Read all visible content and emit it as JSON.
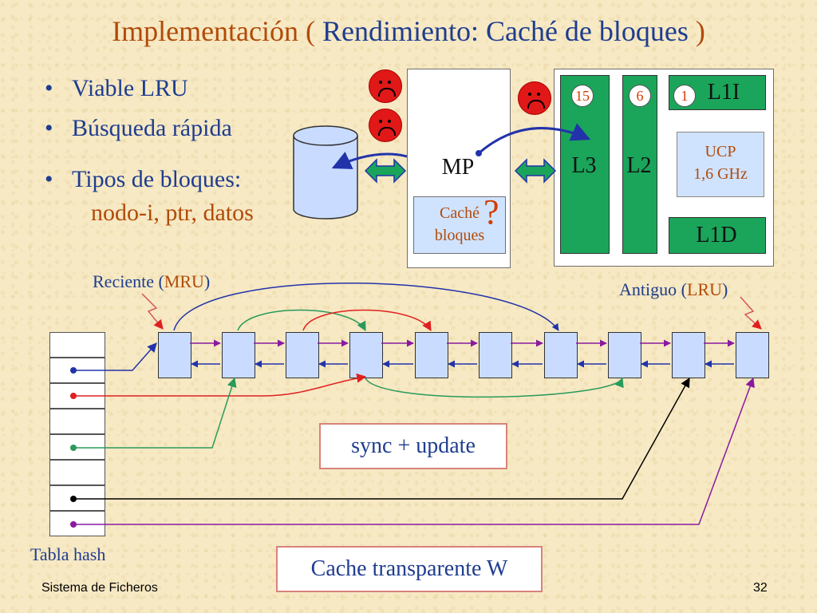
{
  "title": {
    "part1": "Implementación ( ",
    "part2": "Rendimiento: Caché de bloques",
    "part3": " )"
  },
  "bullets": {
    "b1": "Viable LRU",
    "b2": "Búsqueda rápida",
    "b3": "Tipos de bloques:",
    "b3_sub": "nodo-i, ptr, datos"
  },
  "hardware": {
    "mp": "MP",
    "cache_line1": "Caché",
    "cache_line2": "bloques",
    "question": "?",
    "l3": "L3",
    "l2": "L2",
    "l1i": "L1I",
    "l1d": "L1D",
    "ucp_line1": "UCP",
    "ucp_line2": "1,6 GHz",
    "n_l3": "15",
    "n_l2": "6",
    "n_l1": "1"
  },
  "list": {
    "recent_prefix": "Reciente (",
    "recent_code": "MRU",
    "recent_suffix": ")",
    "old_prefix": "Antiguo (",
    "old_code": "LRU",
    "old_suffix": ")",
    "hash_label": "Tabla hash"
  },
  "boxes": {
    "sync": "sync + update",
    "transparent": "Cache transparente W"
  },
  "footer": {
    "left": "Sistema de Ficheros",
    "page": "32"
  },
  "colors": {
    "title_orange": "#b24a08",
    "title_blue": "#1f3d8f",
    "level_green": "#1aa55a",
    "node_fill": "#c9dcff",
    "arrow_blue": "#2233aa",
    "arrow_red": "#e02020",
    "arrow_green": "#2a9a5a",
    "arrow_black": "#000000",
    "arrow_purple": "#8a1aa0"
  }
}
